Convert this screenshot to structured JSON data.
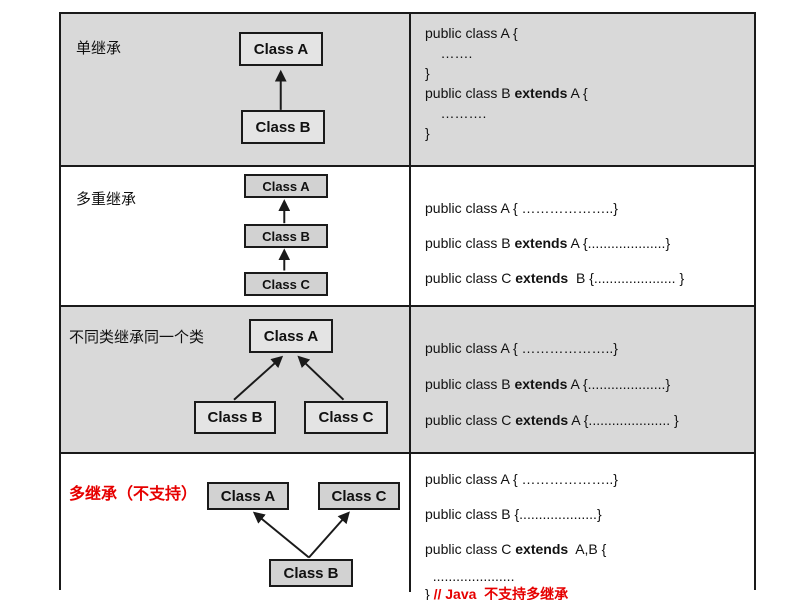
{
  "colors": {
    "row_bg_gray": "#d9d9d9",
    "row_bg_white": "#ffffff",
    "accent_red": "#e60000",
    "box_fill_on_gray": "#e4e4e4",
    "box_fill_on_white": "#d2d2d2",
    "border": "#1a1a1a"
  },
  "rows": [
    {
      "label": "单继承",
      "nodes": [
        {
          "label": "Class A"
        },
        {
          "label": "Class B"
        }
      ],
      "code": [
        {
          "pre": "public class A {"
        },
        {
          "pre": "    ……."
        },
        {
          "pre": "}"
        },
        {
          "pre": "public class B ",
          "bold": "extends",
          "post": " A {"
        },
        {
          "pre": "    ………."
        },
        {
          "pre": "}"
        }
      ]
    },
    {
      "label": "多重继承",
      "nodes": [
        {
          "label": "Class A"
        },
        {
          "label": "Class B"
        },
        {
          "label": "Class C"
        }
      ],
      "code": [
        {
          "pre": "public class A { ………………..}"
        },
        {
          "pre": "public class B ",
          "bold": "extends",
          "post": " A {....................}"
        },
        {
          "pre": "public class C ",
          "bold": "extends",
          "post": "  B {..................... }"
        }
      ]
    },
    {
      "label": "不同类继承同一个类",
      "nodes": [
        {
          "label": "Class A"
        },
        {
          "label": "Class B"
        },
        {
          "label": "Class C"
        }
      ],
      "code": [
        {
          "pre": "public class A { ………………..}"
        },
        {
          "pre": "public class B ",
          "bold": "extends",
          "post": " A {....................}"
        },
        {
          "pre": "public class C ",
          "bold": "extends",
          "post": " A {..................... }"
        }
      ]
    },
    {
      "label": "多继承（不支持）",
      "nodes": [
        {
          "label": "Class A"
        },
        {
          "label": "Class C"
        },
        {
          "label": "Class B"
        }
      ],
      "code": [
        {
          "pre": "public class A { ………………..}"
        },
        {
          "pre": "public class B {....................}"
        },
        {
          "pre": "public class C ",
          "bold": "extends",
          "post": "  A,B {"
        },
        {
          "pre": "  ....................."
        },
        {
          "pre": "} ",
          "comment": "// Java  不支持多继承"
        }
      ]
    }
  ]
}
